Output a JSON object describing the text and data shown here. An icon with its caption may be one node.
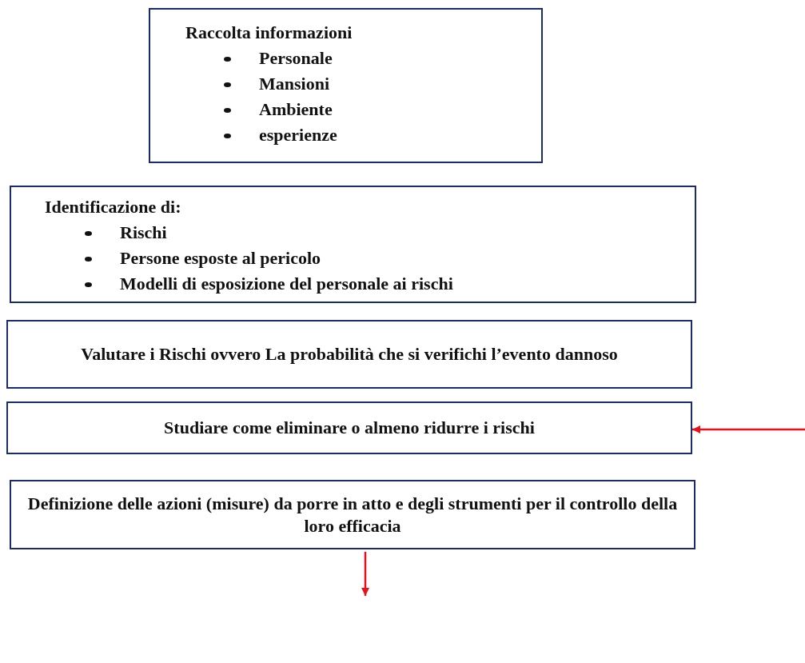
{
  "diagram": {
    "nodes": [
      {
        "text": [
          "Raccolta informazioni",
          "Personale",
          "Mansioni",
          "Ambiente",
          "esperienze"
        ]
      },
      {
        "text": [
          "Identificazione di:",
          "Rischi",
          "Persone esposte al pericolo",
          "Modelli di esposizione del personale ai rischi"
        ]
      },
      {
        "text": [
          "Valutare i Rischi ovvero La probabilità che si verifichi l’evento dannoso"
        ]
      },
      {
        "text": [
          "Studiare come eliminare o almeno ridurre i rischi"
        ]
      },
      {
        "text": [
          "Definizione delle azioni (misure) da porre in atto e degli strumenti per il controllo della loro efficacia"
        ]
      }
    ],
    "edges": [
      {
        "from": null,
        "to": 3,
        "arrow": "to",
        "color": "#e8101a"
      },
      {
        "from": 4,
        "to": null,
        "arrow": "to",
        "color": "#e8101a"
      }
    ]
  }
}
